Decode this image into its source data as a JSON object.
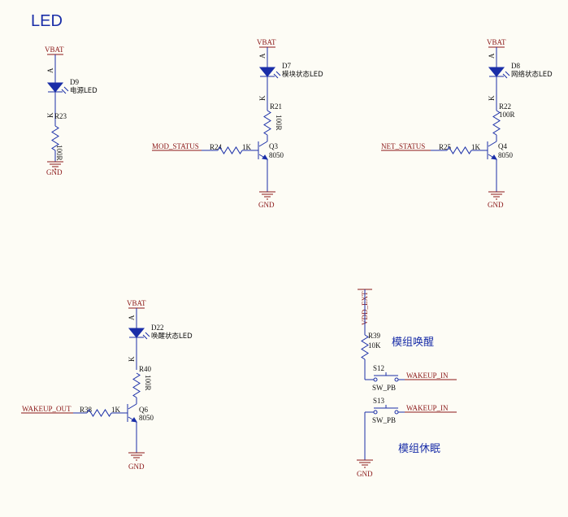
{
  "title": "LED",
  "vbat": "VBAT",
  "gnd": "GND",
  "pin_a": "A",
  "pin_k": "K",
  "power_led": {
    "ref": "D9",
    "name": "电源LED",
    "res_ref": "R23",
    "res_val": "100R"
  },
  "mod_status": {
    "net": "MOD_STATUS",
    "led_ref": "D7",
    "led_name": "模块状态LED",
    "r_led_ref": "R21",
    "r_led_val": "100R",
    "r_base_ref": "R24",
    "r_base_val": "1K",
    "q_ref": "Q3",
    "q_val": "8050"
  },
  "net_status": {
    "net": "NET_STATUS",
    "led_ref": "D8",
    "led_name": "网络状态LED",
    "r_led_ref": "R22",
    "r_led_val": "100R",
    "r_base_ref": "R25",
    "r_base_val": "1K",
    "q_ref": "Q4",
    "q_val": "8050"
  },
  "wakeup_led": {
    "net": "WAKEUP_OUT",
    "led_ref": "D22",
    "led_name": "唤醒状态LED",
    "r_led_ref": "R40",
    "r_led_val": "100R",
    "r_base_ref": "R38",
    "r_base_val": "1K",
    "q_ref": "Q6",
    "q_val": "8050"
  },
  "wake_switch": {
    "supply": "VDD_EXT",
    "r_ref": "R39",
    "r_val": "10K",
    "s1_ref": "S12",
    "s2_ref": "S13",
    "sw_val": "SW_PB",
    "net": "WAKEUP_IN",
    "wake_label": "模组唤醒",
    "sleep_label": "模组休眠"
  },
  "colors": {
    "wire": "#1a2ea8",
    "power": "#8a1616",
    "background": "#fdfcf5"
  }
}
